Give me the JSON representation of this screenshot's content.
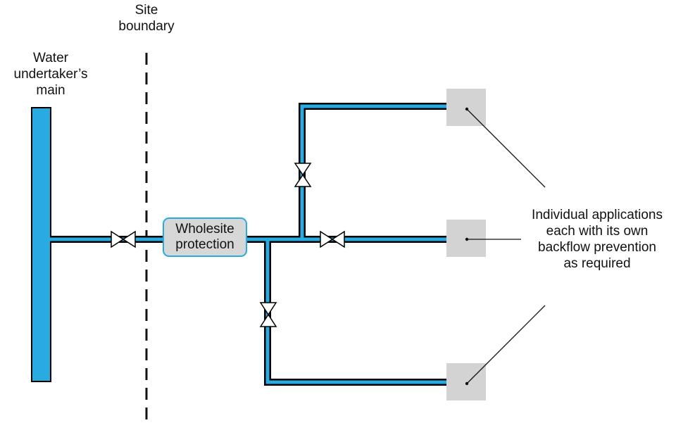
{
  "labels": {
    "main": [
      "Water",
      "undertaker’s",
      "main"
    ],
    "site_boundary": [
      "Site",
      "boundary"
    ],
    "wholesite": [
      "Wholesite",
      "protection"
    ],
    "applications": [
      "Individual applications",
      "each with its own",
      "backflow prevention",
      "as required"
    ]
  },
  "colors": {
    "water": "#29abe2",
    "pipe_outline": "#000000",
    "application_box": "#d3d3d3",
    "wholesite_box": "#d7d7d7"
  }
}
